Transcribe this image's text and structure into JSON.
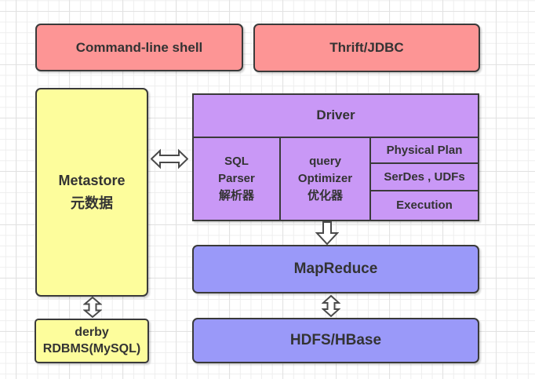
{
  "nodes": {
    "command_line_shell": {
      "label": "Command-line shell"
    },
    "thrift_jdbc": {
      "label": "Thrift/JDBC"
    },
    "metastore": {
      "title": "Metastore",
      "subtitle": "元数据"
    },
    "driver": {
      "title": "Driver"
    },
    "sql_parser": {
      "lines": [
        "SQL",
        "Parser",
        "解析器"
      ]
    },
    "query_optimizer": {
      "lines": [
        "query",
        "Optimizer",
        "优化器"
      ]
    },
    "physical_plan": {
      "label": "Physical Plan"
    },
    "serdes_udfs": {
      "label": "SerDes , UDFs"
    },
    "execution": {
      "label": "Execution"
    },
    "mapreduce": {
      "label": "MapReduce"
    },
    "hdfs_hbase": {
      "label": "HDFS/HBase"
    },
    "derby": {
      "lines": [
        "derby",
        "RDBMS(MySQL)"
      ]
    }
  },
  "connectors": [
    {
      "id": "metastore-driver",
      "type": "double-arrow-horizontal"
    },
    {
      "id": "driver-mapreduce",
      "type": "arrow-down"
    },
    {
      "id": "mapreduce-hdfs",
      "type": "double-arrow-vertical"
    },
    {
      "id": "metastore-derby",
      "type": "double-arrow-vertical"
    }
  ],
  "colors": {
    "pink": "#FD9595",
    "purple": "#C998F6",
    "blue": "#9A99F9",
    "yellow": "#FDFD9C",
    "box_border": "#3A3A3A",
    "text": "#333333",
    "arrow_fill": "#FFFFFF",
    "arrow_stroke": "#4A4A4A",
    "grid_minor": "#EEEEEE",
    "grid_major": "#E2E2E2",
    "background": "#FFFFFF"
  }
}
